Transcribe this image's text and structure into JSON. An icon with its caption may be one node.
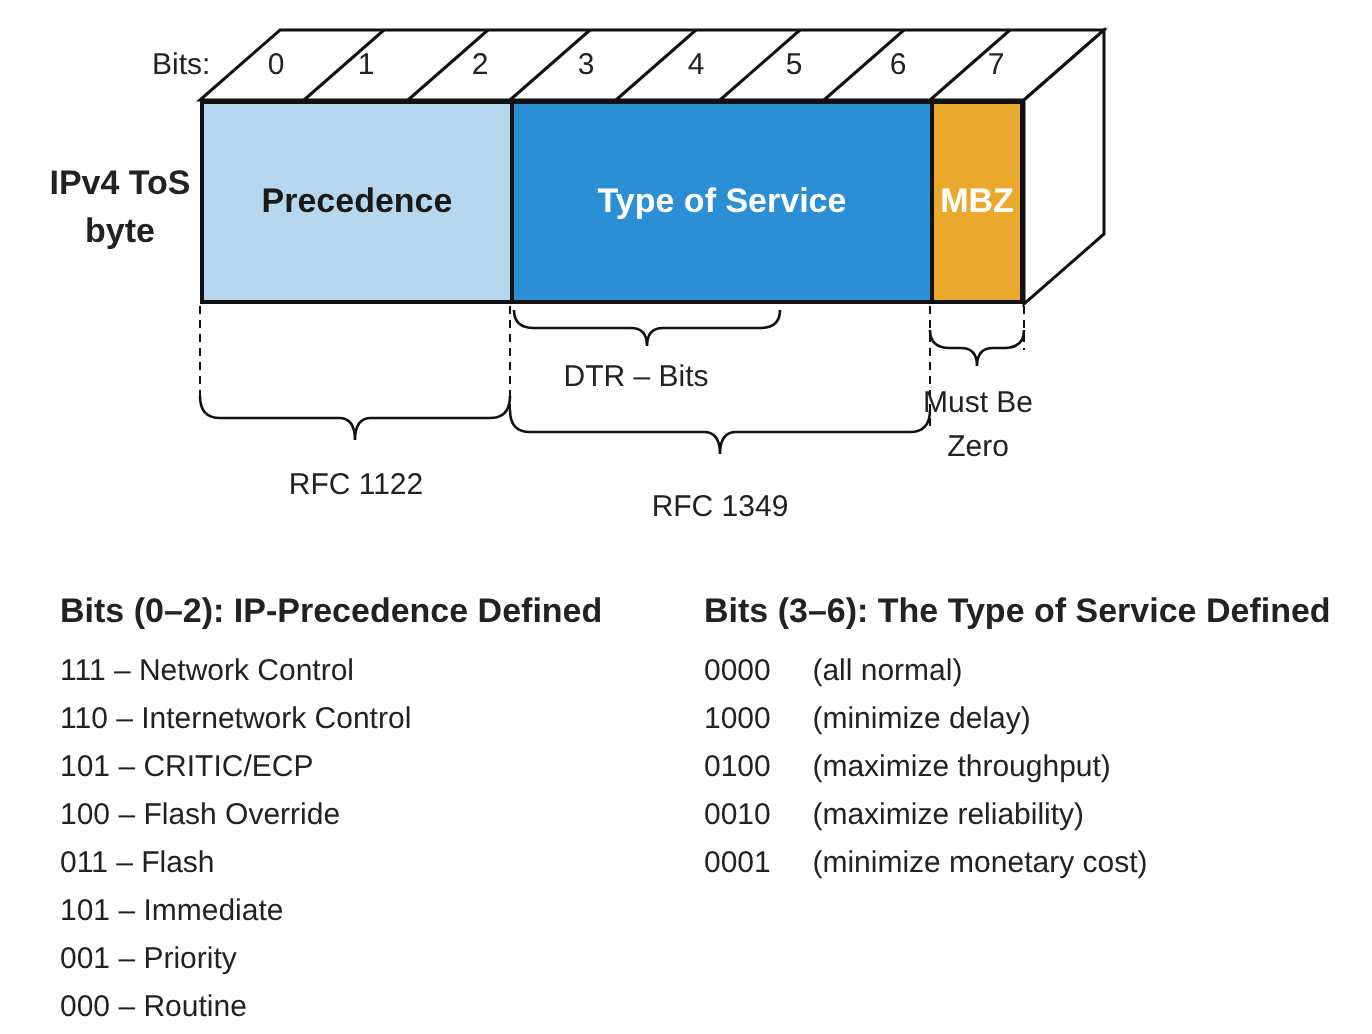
{
  "diagram": {
    "nodes": [
      {
        "text": [
          "Precedence"
        ]
      },
      {
        "text": [
          "Type of Service"
        ]
      },
      {
        "text": [
          "MBZ"
        ]
      }
    ],
    "labels": [
      "Bits:",
      "0",
      "1",
      "2",
      "3",
      "4",
      "5",
      "6",
      "7",
      "IPv4 ToS byte",
      "DTR – Bits",
      "Must Be Zero",
      "RFC 1122",
      "RFC 1349",
      "Bits (0–2): IP-Precedence Defined",
      "111 – Network Control",
      "110 – Internetwork Control",
      "101 – CRITIC/ECP",
      "100 – Flash Override",
      "011 – Flash",
      "101 – Immediate",
      "001 – Priority",
      "000 – Routine",
      "Bits (3–6): The Type of Service Defined",
      "0000     (all normal)",
      "1000     (minimize delay)",
      "0100     (maximize throughput)",
      "0010     (maximize reliability)",
      "0001     (minimize monetary cost)"
    ]
  }
}
